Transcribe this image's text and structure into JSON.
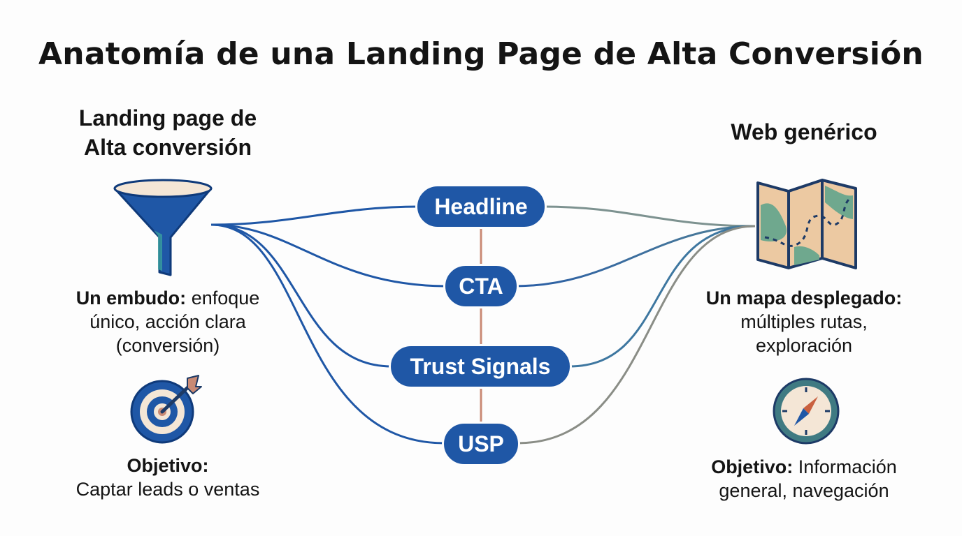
{
  "title": "Anatomía de una Landing Page de Alta Conversión",
  "left": {
    "heading_line1": "Landing page de",
    "heading_line2": "Alta conversión",
    "icon": "funnel-icon",
    "metaphor_bold": "Un embudo:",
    "metaphor_text1": "enfoque",
    "metaphor_text2": "único, acción clara",
    "metaphor_text3": "(conversión)",
    "goal_icon": "target-icon",
    "goal_bold": "Objetivo:",
    "goal_text": "Captar leads o ventas"
  },
  "right": {
    "heading": "Web genérico",
    "icon": "folded-map-icon",
    "metaphor_bold": "Un mapa desplegado:",
    "metaphor_text1": "múltiples rutas,",
    "metaphor_text2": "exploración",
    "goal_icon": "compass-icon",
    "goal_bold": "Objetivo:",
    "goal_text1": "Información",
    "goal_text2": "general, navegación"
  },
  "elements": [
    {
      "label": "Headline"
    },
    {
      "label": "CTA"
    },
    {
      "label": "Trust Signals"
    },
    {
      "label": "USP"
    }
  ],
  "colors": {
    "primary_blue": "#1f57a6",
    "connector": "#c98a74",
    "gray_line": "#8a8d86"
  }
}
